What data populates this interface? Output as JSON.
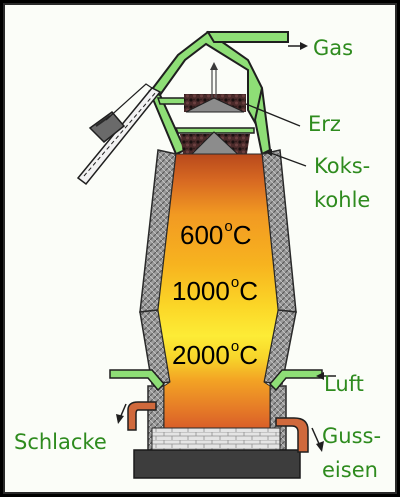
{
  "labels": {
    "gas": "Gas",
    "ore": "Erz",
    "coke_line1": "Koks-",
    "coke_line2": "kohle",
    "air": "Luft",
    "slag": "Schlacke",
    "iron_line1": "Guss-",
    "iron_line2": "eisen"
  },
  "temperatures": [
    {
      "value": "600",
      "unit": "C"
    },
    {
      "value": "1000",
      "unit": "C"
    },
    {
      "value": "2000",
      "unit": "C"
    }
  ],
  "colors": {
    "background": "#fbfdf8",
    "label_green": "#2e8b1e",
    "frame_green": "#8ede76",
    "pipe_orange": "#d0693c",
    "dark_base": "#3d3d3d",
    "brick": "#e4e4e4"
  }
}
